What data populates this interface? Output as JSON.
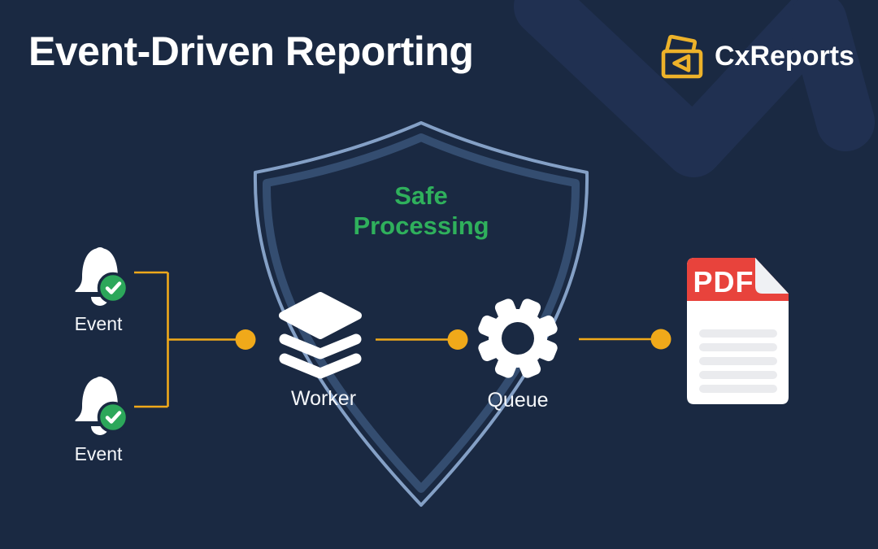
{
  "title": "Event-Driven Reporting",
  "brand": {
    "name": "CxReports",
    "icon": "envelope-report-icon",
    "color": "#EDB22A"
  },
  "diagram": {
    "safe_zone": {
      "line1": "Safe",
      "line2": "Processing",
      "color": "#2FB05C"
    },
    "events": [
      {
        "label": "Event",
        "status": "checked"
      },
      {
        "label": "Event",
        "status": "checked"
      }
    ],
    "worker": {
      "label": "Worker",
      "icon": "layers-icon"
    },
    "queue": {
      "label": "Queue",
      "icon": "gear-icon"
    },
    "pdf": {
      "label": "PDF",
      "icon": "pdf-file-icon"
    },
    "flow": [
      "Event",
      "Event",
      "Worker",
      "Queue",
      "PDF"
    ]
  },
  "colors": {
    "background_navy": "#1A2942",
    "watermark_navy": "#203051",
    "accent_orange": "#F0A91A",
    "shield_outer": "#84A0C6",
    "shield_inner": "#344D70",
    "safe_green": "#2FB05C",
    "badge_green": "#2CA75A",
    "pdf_red": "#E8433C",
    "brand_yellow": "#EDB22A",
    "icon_white": "#FFFFFF"
  }
}
